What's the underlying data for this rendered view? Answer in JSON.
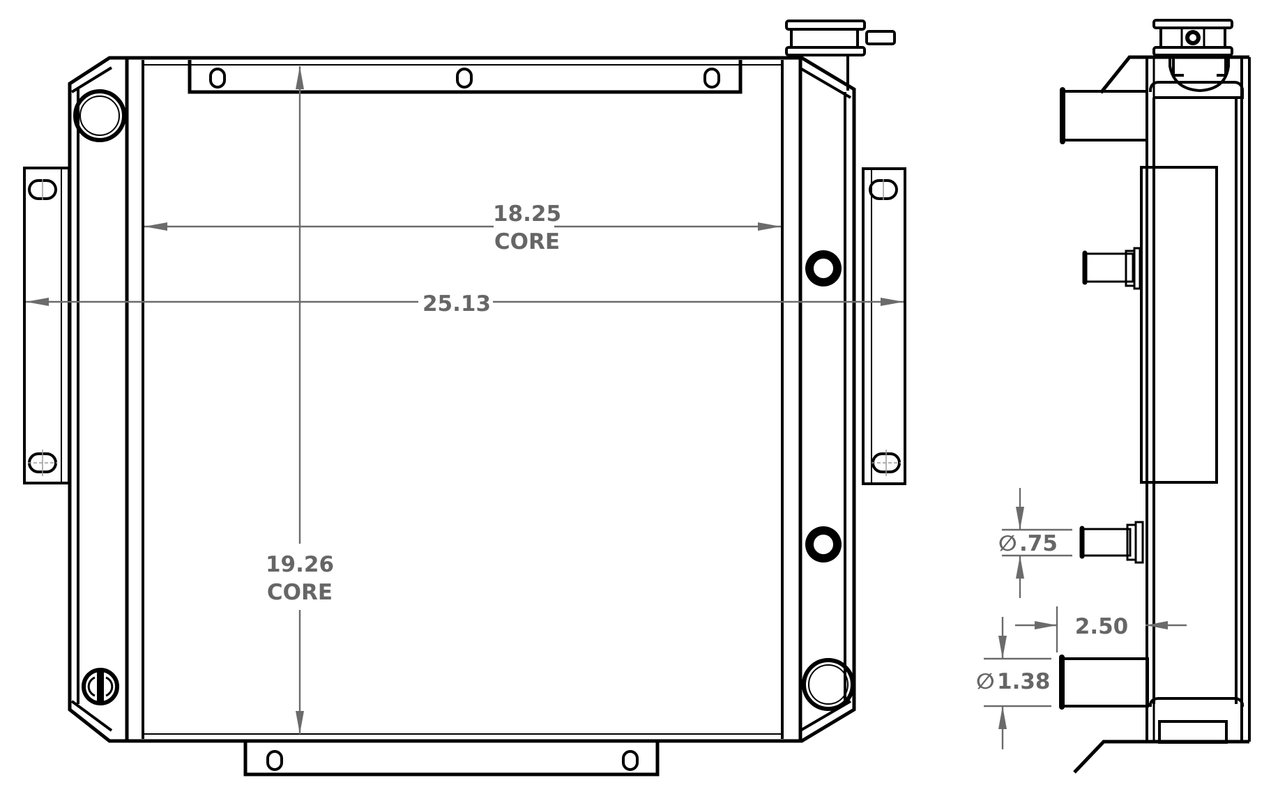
{
  "drawing": {
    "title": "Radiator assembly drawing",
    "units": "inches",
    "colors": {
      "outline": "#000000",
      "dimension": "#6b6b6b"
    }
  },
  "front_view": {
    "dimensions": {
      "core_width": {
        "value": "18.25",
        "note": "CORE"
      },
      "overall_width": {
        "value": "25.13"
      },
      "core_height": {
        "value": "19.26",
        "note": "CORE"
      }
    }
  },
  "side_view": {
    "dimensions": {
      "small_fitting_diameter": {
        "symbol": "∅",
        "value": ".75"
      },
      "large_fitting_diameter": {
        "symbol": "∅",
        "value": "1.38"
      },
      "depth_offset": {
        "value": "2.50"
      }
    }
  }
}
